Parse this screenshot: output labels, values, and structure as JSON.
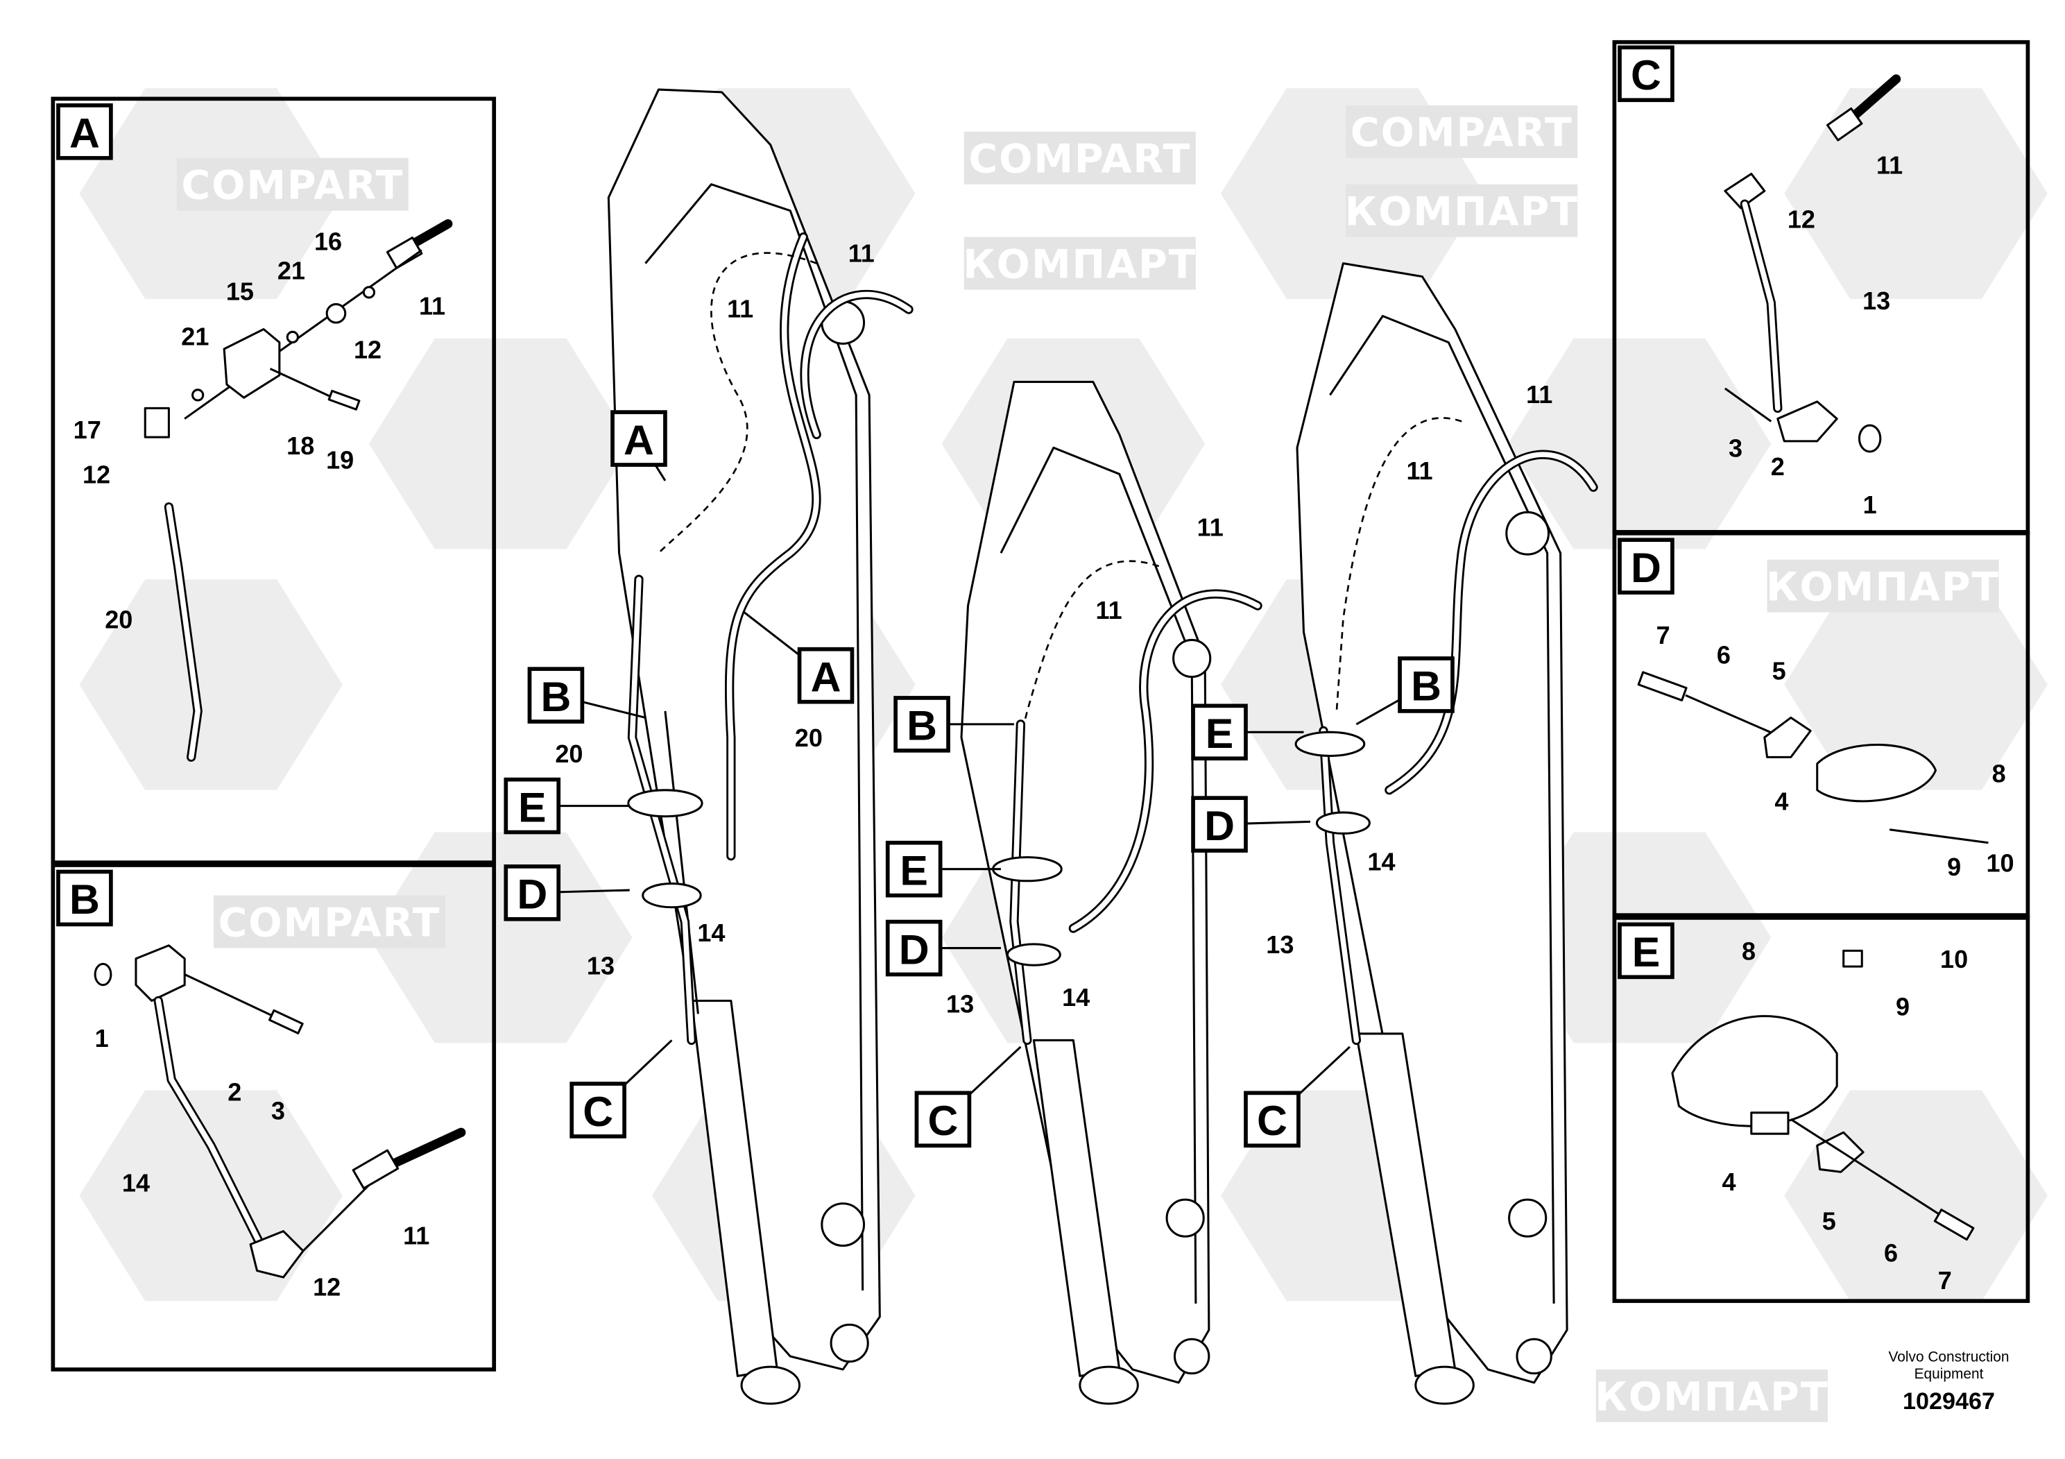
{
  "watermark": {
    "latin": "COMPART",
    "cyrillic": "КОМПАРТ",
    "color": "#e4e4e4"
  },
  "panels": {
    "A": {
      "letter": "A",
      "callouts": [
        "16",
        "21",
        "15",
        "21",
        "11",
        "12",
        "17",
        "18",
        "19",
        "12",
        "20"
      ]
    },
    "B": {
      "letter": "B",
      "callouts": [
        "1",
        "2",
        "3",
        "14",
        "11",
        "12"
      ]
    },
    "C": {
      "letter": "C",
      "callouts": [
        "11",
        "12",
        "13",
        "3",
        "2",
        "1"
      ]
    },
    "D": {
      "letter": "D",
      "callouts": [
        "7",
        "6",
        "5",
        "8",
        "4",
        "9",
        "10"
      ]
    },
    "E": {
      "letter": "E",
      "callouts": [
        "8",
        "10",
        "9",
        "4",
        "5",
        "6",
        "7"
      ]
    }
  },
  "main": {
    "callouts": [
      "11",
      "11",
      "20",
      "20",
      "14",
      "13",
      "11",
      "11",
      "14",
      "13",
      "11",
      "11",
      "14",
      "13"
    ],
    "detail_refs": [
      "A",
      "A",
      "B",
      "E",
      "D",
      "C",
      "B",
      "E",
      "D",
      "C",
      "B",
      "E",
      "D",
      "C"
    ]
  },
  "footer": {
    "company_line1": "Volvo Construction",
    "company_line2": "Equipment",
    "drawing_number": "1029467"
  }
}
